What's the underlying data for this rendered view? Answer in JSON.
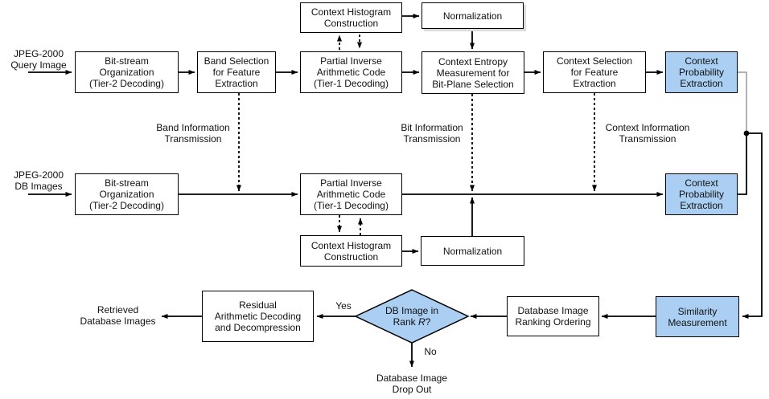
{
  "colors": {
    "highlight_fill": "#aacff2",
    "box_border": "#000000",
    "line_color": "#000000",
    "faint_line": "#999999",
    "background": "#ffffff"
  },
  "nodes": {
    "context_histogram_top": {
      "label": "Context Histogram\nConstruction"
    },
    "normalization_top": {
      "label": "Normalization"
    },
    "bitstream_org_query": {
      "label": "Bit-stream\nOrganization\n(Tier-2 Decoding)"
    },
    "band_selection": {
      "label": "Band Selection\nfor Feature\nExtraction"
    },
    "partial_inverse_query": {
      "label": "Partial Inverse\nArithmetic Code\n(Tier-1 Decoding)"
    },
    "context_entropy": {
      "label": "Context Entropy\nMeasurement for\nBit-Plane Selection"
    },
    "context_selection": {
      "label": "Context Selection\nfor Feature\nExtraction"
    },
    "context_probability_query": {
      "label": "Context\nProbability\nExtraction"
    },
    "bitstream_org_db": {
      "label": "Bit-stream\nOrganization\n(Tier-2 Decoding)"
    },
    "partial_inverse_db": {
      "label": "Partial Inverse\nArithmetic Code\n(Tier-1 Decoding)"
    },
    "context_probability_db": {
      "label": "Context\nProbability\nExtraction"
    },
    "context_histogram_bottom": {
      "label": "Context Histogram\nConstruction"
    },
    "normalization_bottom": {
      "label": "Normalization"
    },
    "residual_decoding": {
      "label": "Residual\nArithmetic Decoding\nand Decompression"
    },
    "db_ranking": {
      "label": "Database Image\nRanking Ordering"
    },
    "similarity": {
      "label": "Similarity\nMeasurement"
    },
    "decision": {
      "line1": "DB Image in",
      "line2_pre": "Rank ",
      "line2_var": "R",
      "line2_post": "?"
    }
  },
  "labels": {
    "query_input": "JPEG-2000\nQuery Image",
    "db_input": "JPEG-2000\nDB Images",
    "band_info": "Band Information\nTransmission",
    "bit_info": "Bit Information\nTransmission",
    "context_info": "Context Information\nTransmission",
    "yes": "Yes",
    "no": "No",
    "drop_out": "Database Image\nDrop Out",
    "retrieved": "Retrieved\nDatabase Images"
  }
}
